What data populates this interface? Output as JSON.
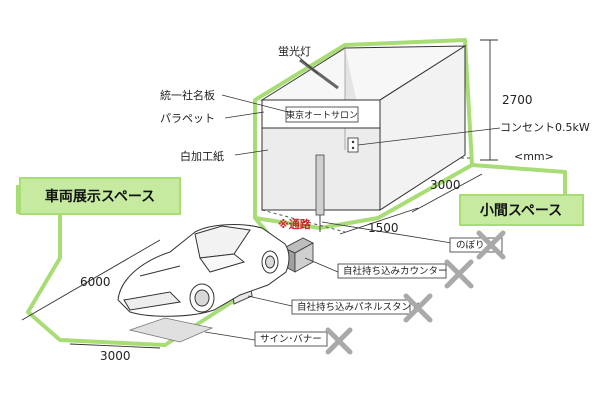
{
  "banners": {
    "vehicle_space": "車両展示スペース",
    "small_space": "小間スペース"
  },
  "labels": {
    "fluorescent": "蛍光灯",
    "company_nameplate": "統一社名板",
    "parapet": "パラペット",
    "nameplate_text": "東京オートサロン",
    "white_board": "白加工紙",
    "outlet": "コンセント0.5kW",
    "unit": "<mm>",
    "aisle": "※通路"
  },
  "dimensions": {
    "height": "2700",
    "depth": "3000",
    "front": "1500",
    "car_length": "6000",
    "car_width": "3000"
  },
  "prohibited_items": {
    "flag": "のぼり",
    "counter": "自社持ち込みカウンター",
    "panel_stand": "自社持ち込みパネルスタンド",
    "sign_banner": "サイン･バナー"
  },
  "colors": {
    "highlight_green": "#a8dc74",
    "banner_green": "#c6eba0",
    "cross_gray": "#a9a9a9",
    "booth_gray": "#eeeeee",
    "line": "#333333"
  }
}
